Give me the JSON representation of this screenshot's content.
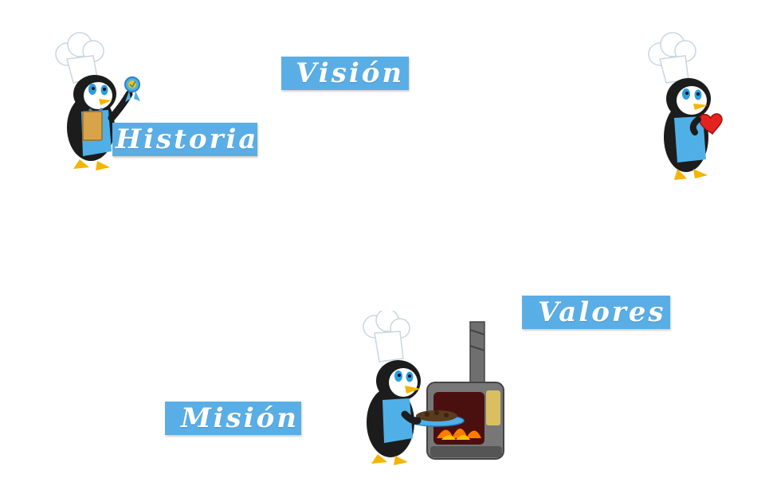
{
  "labels": {
    "vision": "Visión",
    "historia": "Historia",
    "valores": "Valores",
    "mision": "Misión"
  },
  "mascots": {
    "historia": "penguin-chef-with-badge-icon",
    "valores": "penguin-chef-with-heart-icon",
    "mision": "penguin-chef-with-oven-icon"
  },
  "colors": {
    "label_bg": "#5aaee6",
    "label_text": "#ffffff",
    "apron": "#4fb0e8",
    "penguin_body": "#1c1c1c"
  }
}
